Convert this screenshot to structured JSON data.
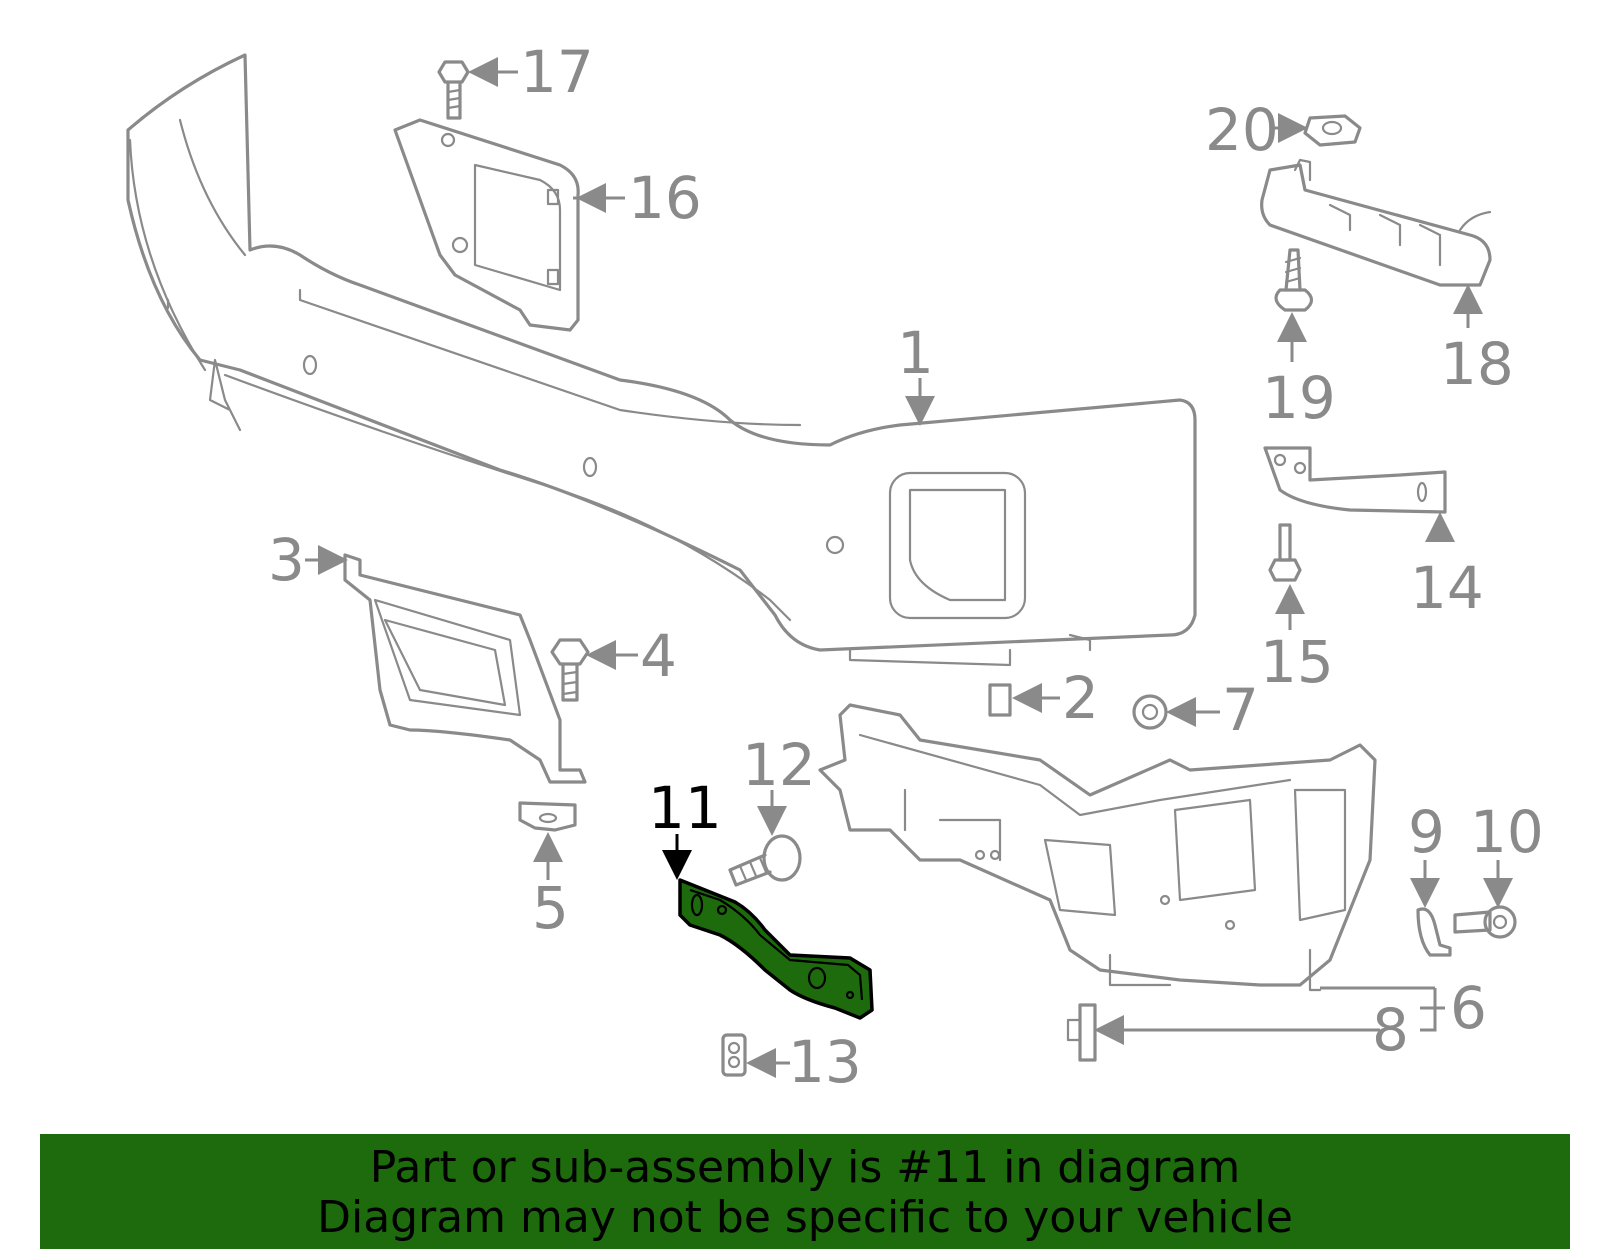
{
  "diagram": {
    "highlighted_part": "11",
    "labels": {
      "p1": "1",
      "p2": "2",
      "p3": "3",
      "p4": "4",
      "p5": "5",
      "p6": "6",
      "p7": "7",
      "p8": "8",
      "p9": "9",
      "p10": "10",
      "p11": "11",
      "p12": "12",
      "p13": "13",
      "p14": "14",
      "p15": "15",
      "p16": "16",
      "p17": "17",
      "p18": "18",
      "p19": "19",
      "p20": "20"
    },
    "colors": {
      "highlight": "#1d6b0d",
      "line": "#8a8a8a",
      "label": "#8a8a8a",
      "highlight_label": "#000000"
    }
  },
  "banner": {
    "line1": "Part or sub-assembly is #11 in diagram",
    "line2": "Diagram may not be specific to your vehicle"
  }
}
